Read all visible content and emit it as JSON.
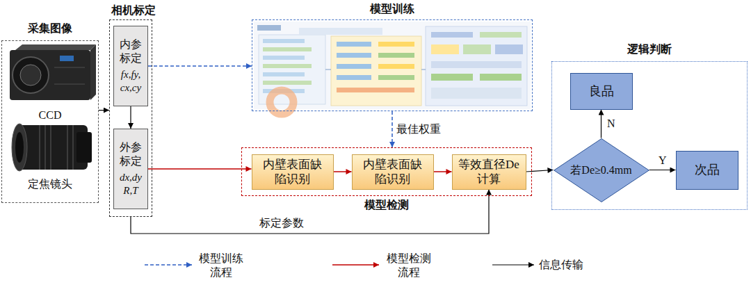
{
  "diagram": {
    "nodes": [
      {
        "text": [
          "采集图像",
          "CCD",
          "定焦镜头"
        ]
      },
      {
        "text": [
          "相机标定"
        ]
      },
      {
        "text": [
          "内参标定",
          "fx,fy, cx,cy"
        ],
        "in": 1
      },
      {
        "text": [
          "外参标定",
          "dx,dy R,T"
        ],
        "in": 1
      },
      {
        "text": [
          "模型训练"
        ]
      },
      {
        "text": [
          "模型检测"
        ]
      },
      {
        "text": [
          "内壁表面缺陷识别"
        ],
        "in": 5
      },
      {
        "text": [
          "内壁表面缺陷识别"
        ],
        "in": 5
      },
      {
        "text": [
          "等效直径De 计算"
        ],
        "in": 5
      },
      {
        "text": [
          "逻辑判断"
        ]
      },
      {
        "text": [
          "良品"
        ],
        "in": 9
      },
      {
        "text": [
          "若De≥0.4mm"
        ],
        "in": 9
      },
      {
        "text": [
          "次品"
        ],
        "in": 9
      }
    ],
    "edges": [
      {
        "from": 0,
        "to": 1,
        "arrow": "to"
      },
      {
        "from": 2,
        "to": 3,
        "arrow": "to"
      },
      {
        "from": 2,
        "to": 4,
        "arrow": "to"
      },
      {
        "from": 3,
        "to": 6,
        "arrow": "to"
      },
      {
        "from": 4,
        "to": 5,
        "label": "最佳权重",
        "arrow": "to"
      },
      {
        "from": 6,
        "to": 7,
        "arrow": "to"
      },
      {
        "from": 7,
        "to": 8,
        "arrow": "to"
      },
      {
        "from": 1,
        "to": 8,
        "label": "标定参数",
        "arrow": "to"
      },
      {
        "from": 8,
        "to": 11,
        "arrow": "to"
      },
      {
        "from": 11,
        "to": 10,
        "label": "N",
        "arrow": "to"
      },
      {
        "from": 11,
        "to": 12,
        "label": "Y",
        "arrow": "to"
      }
    ],
    "legend": [
      {
        "text": "模型训练 流程"
      },
      {
        "text": "模型检测 流程"
      },
      {
        "text": "信息传输"
      }
    ]
  }
}
